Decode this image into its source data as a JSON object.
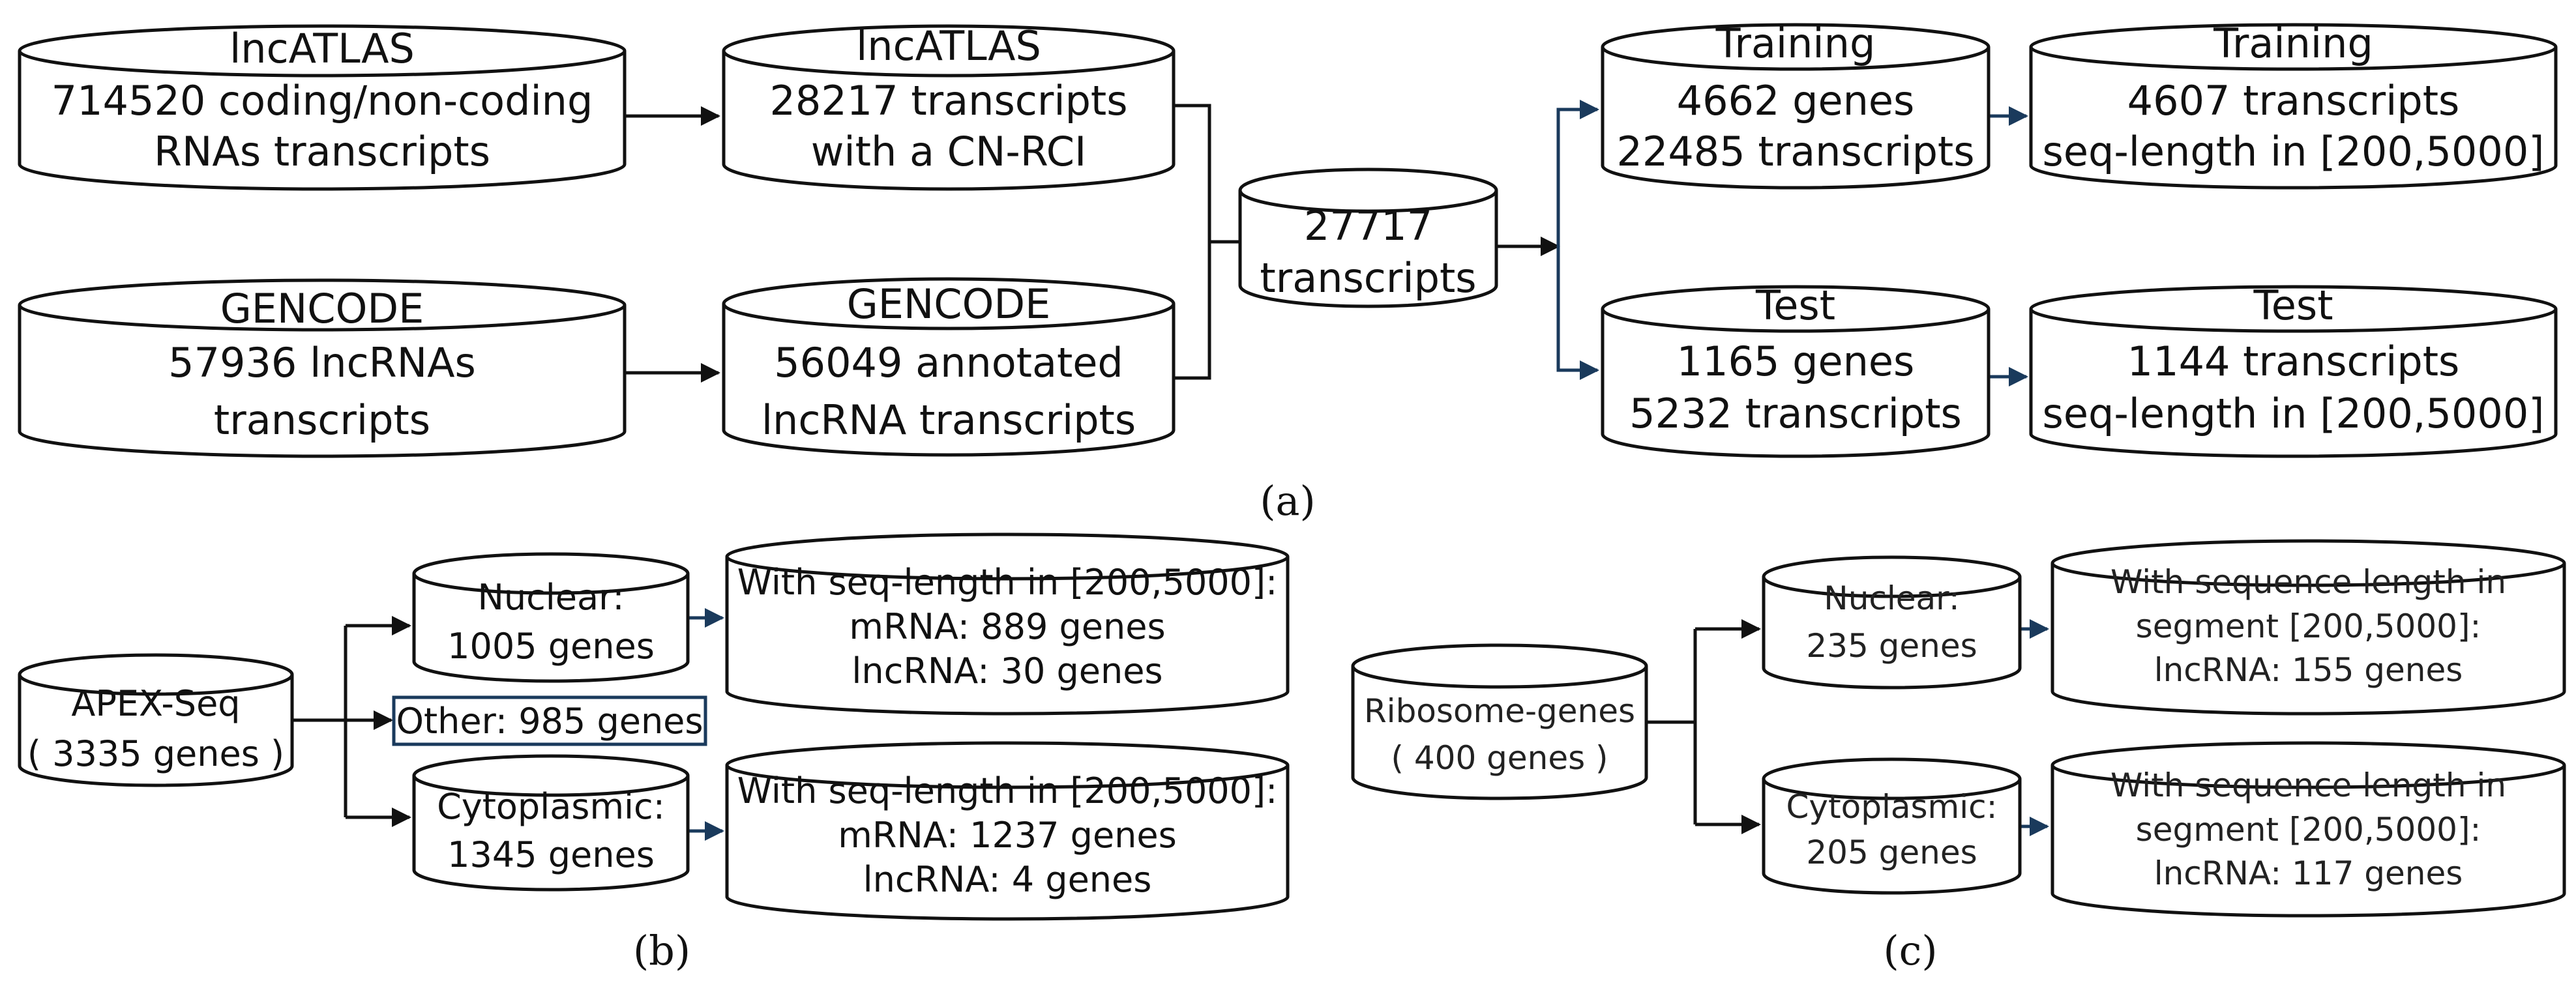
{
  "panel_a": {
    "caption": "(a)",
    "nodes": {
      "lncatlas_src": [
        "lncATLAS",
        "714520 coding/non-coding",
        "RNAs transcripts"
      ],
      "gencode_src": [
        "GENCODE",
        "57936 lncRNAs",
        "transcripts"
      ],
      "lncatlas_filt": [
        "lncATLAS",
        "28217 transcripts",
        "with a CN-RCI"
      ],
      "gencode_filt": [
        "GENCODE",
        "56049 annotated",
        "lncRNA transcripts"
      ],
      "merged": [
        "27717",
        "transcripts"
      ],
      "train_genes": [
        "Training",
        "4662 genes",
        "22485 transcripts"
      ],
      "test_genes": [
        "Test",
        "1165 genes",
        "5232 transcripts"
      ],
      "train_final": [
        "Training",
        "4607 transcripts",
        "seq-length in [200,5000]"
      ],
      "test_final": [
        "Test",
        "1144 transcripts",
        "seq-length in [200,5000]"
      ]
    }
  },
  "panel_b": {
    "caption": "(b)",
    "nodes": {
      "apex": [
        "APEX-Seq",
        "( 3335 genes )"
      ],
      "nuclear": [
        "Nuclear:",
        "1005 genes"
      ],
      "other": "Other: 985 genes",
      "cyto": [
        "Cytoplasmic:",
        "1345 genes"
      ],
      "nuclear_res": [
        "With seq-length in [200,5000]:",
        "mRNA: 889 genes",
        "lncRNA: 30 genes"
      ],
      "cyto_res": [
        "With seq-length in [200,5000]:",
        "mRNA: 1237 genes",
        "lncRNA: 4 genes"
      ]
    }
  },
  "panel_c": {
    "caption": "(c)",
    "nodes": {
      "ribo": [
        "Ribosome-genes",
        "( 400 genes )"
      ],
      "nuclear": [
        "Nuclear:",
        "235 genes"
      ],
      "cyto": [
        "Cytoplasmic:",
        "205 genes"
      ],
      "nuclear_res": [
        "With sequence length in",
        "segment [200,5000]:",
        "lncRNA: 155 genes"
      ],
      "cyto_res": [
        "With sequence length in",
        "segment [200,5000]:",
        "lncRNA: 117 genes"
      ]
    }
  }
}
